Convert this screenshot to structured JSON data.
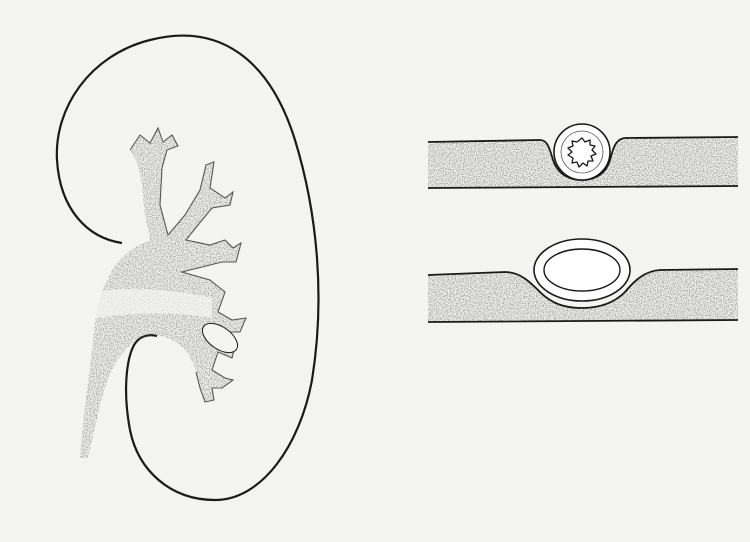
{
  "figure": {
    "panels": [
      {
        "id": "kidney",
        "icon": "kidney-with-collecting-system-icon"
      },
      {
        "id": "artery",
        "icon": "artery-in-tissue-strip-icon"
      },
      {
        "id": "vein",
        "icon": "vein-in-tissue-strip-icon"
      }
    ],
    "colors": {
      "paper": "#f4f4f2",
      "ink": "#1a1a1a",
      "stipple": "#6e6e6e",
      "vessel_fill": "#ffffff"
    }
  }
}
